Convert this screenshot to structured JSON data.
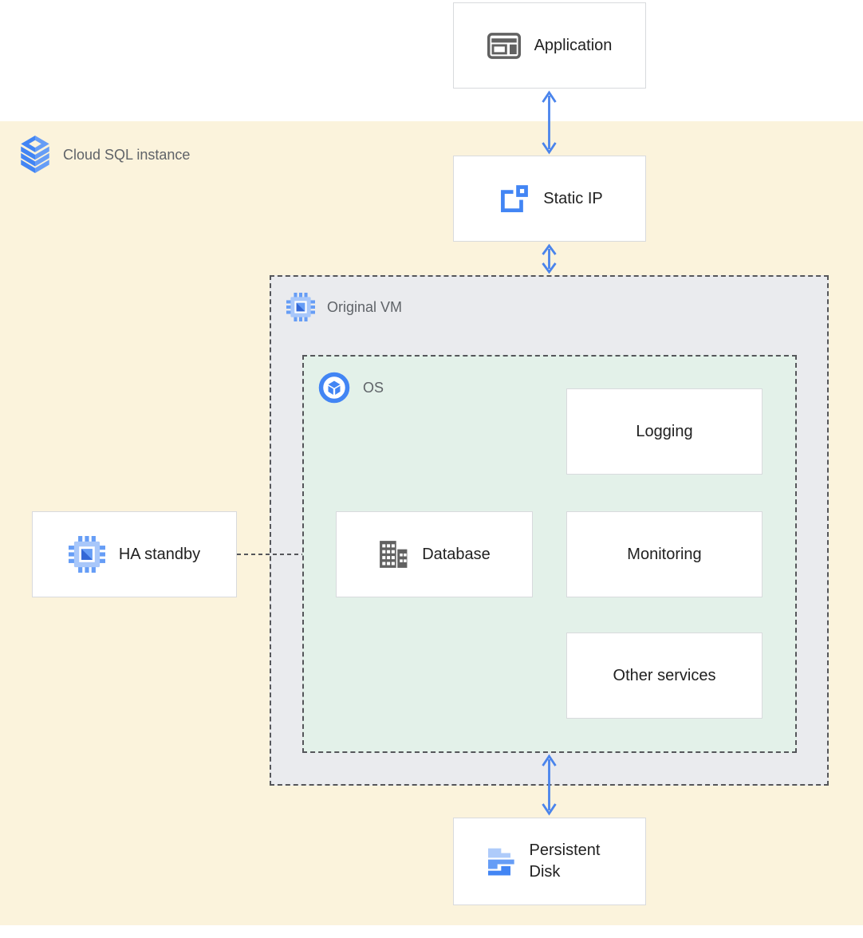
{
  "diagram": {
    "type": "architecture-diagram",
    "zones": {
      "cloud_sql": {
        "label": "Cloud SQL instance"
      },
      "original_vm": {
        "label": "Original VM"
      },
      "os": {
        "label": "OS"
      }
    },
    "nodes": {
      "application": {
        "label": "Application"
      },
      "static_ip": {
        "label": "Static IP"
      },
      "ha_standby": {
        "label": "HA standby"
      },
      "database": {
        "label": "Database"
      },
      "logging": {
        "label": "Logging"
      },
      "monitoring": {
        "label": "Monitoring"
      },
      "other_services": {
        "label": "Other services"
      },
      "persistent_disk": {
        "label": "Persistent Disk"
      }
    },
    "connections": [
      {
        "from": "application",
        "to": "static_ip",
        "style": "double-arrow"
      },
      {
        "from": "static_ip",
        "to": "original_vm",
        "style": "double-arrow"
      },
      {
        "from": "os",
        "to": "persistent_disk",
        "style": "double-arrow"
      },
      {
        "from": "ha_standby",
        "to": "os",
        "style": "dashed-line"
      }
    ],
    "colors": {
      "instance_zone_bg": "#FBF3DC",
      "vm_zone_bg": "#EAEBEE",
      "os_zone_bg": "#E3F1E9",
      "arrow_blue": "#4A84EC",
      "icon_blue": "#4285F4",
      "icon_blue_light": "#669DF6",
      "icon_blue_pale": "#AECBFA",
      "icon_gray": "#616161",
      "label_gray": "#5F6368",
      "label_dark": "#212121",
      "box_border": "#D8DADD",
      "dashed_border": "#55565A"
    }
  }
}
